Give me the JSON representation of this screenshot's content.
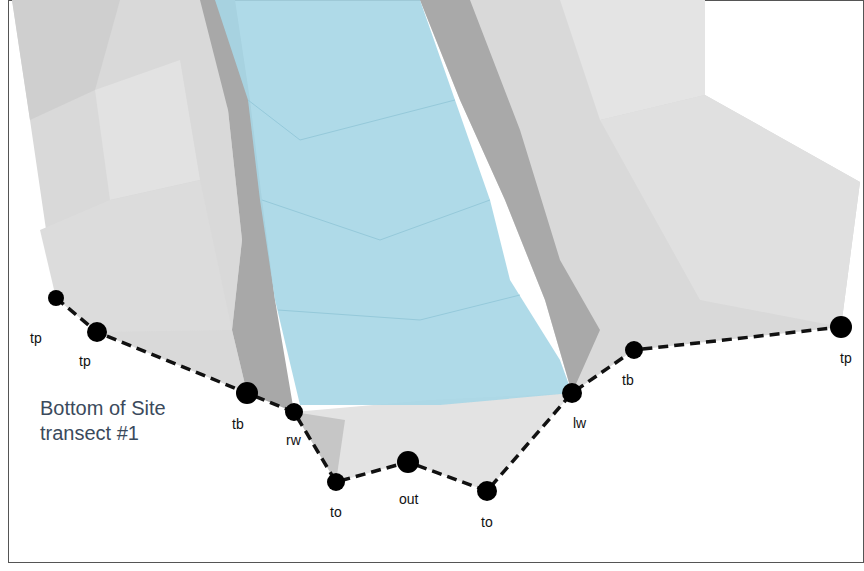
{
  "diagram": {
    "labels": [
      "tp",
      "tp",
      "tb",
      "rw",
      "to",
      "out",
      "to",
      "lw",
      "tb",
      "tp",
      "Bottom of Site transect #1"
    ]
  }
}
